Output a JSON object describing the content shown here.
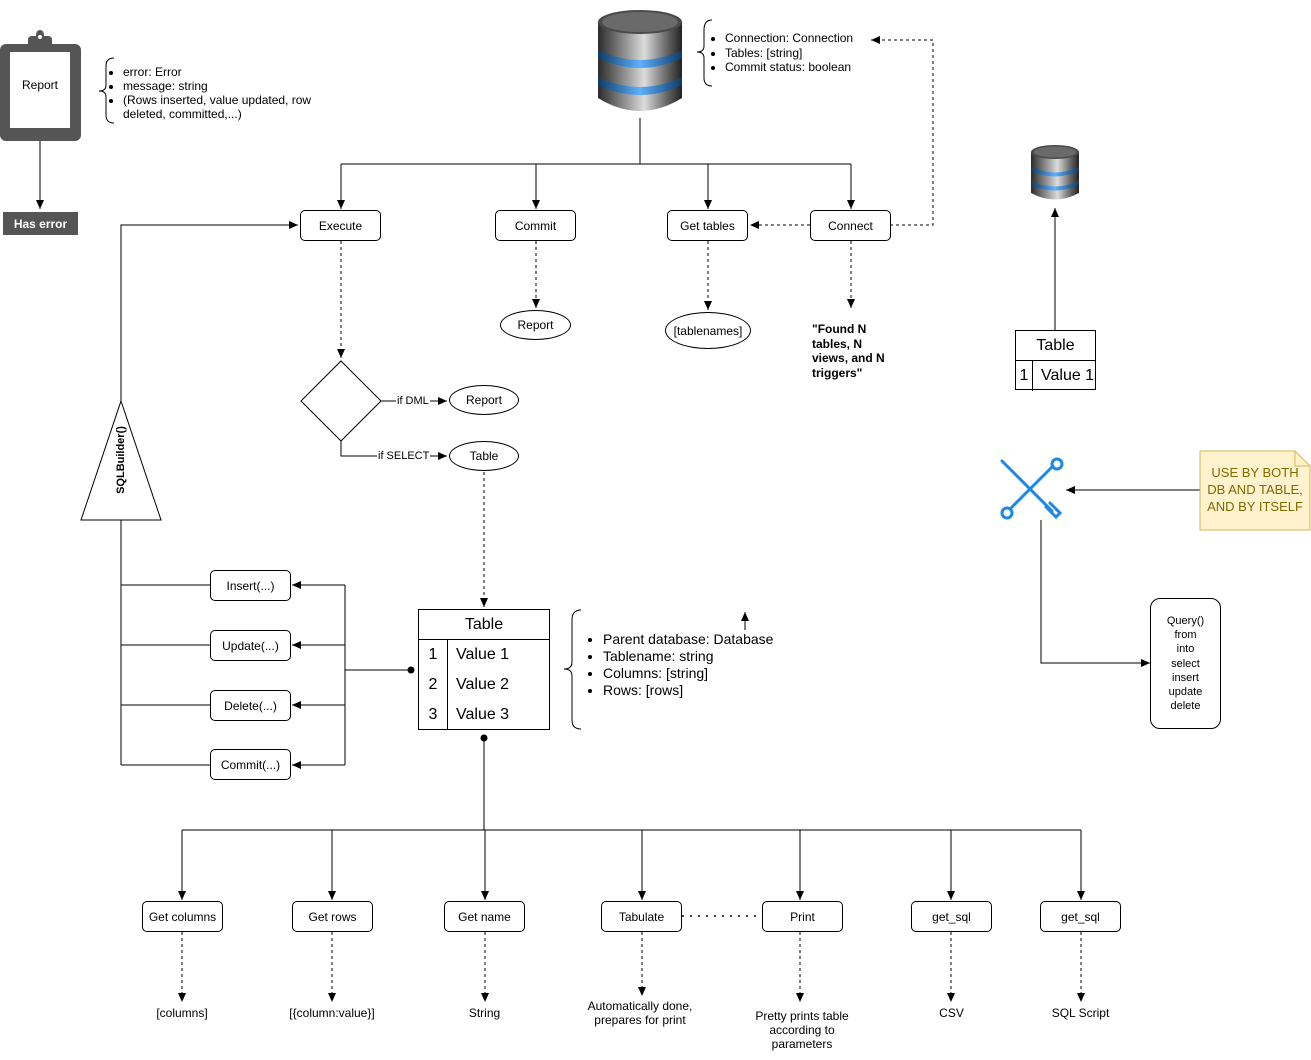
{
  "report_icon": {
    "label": "Report"
  },
  "has_error_badge": "Has error",
  "report_props": [
    "error: Error",
    "message: string",
    "(Rows inserted, value updated, row deleted, committed,...)"
  ],
  "db_props": [
    "Connection: Connection",
    "Tables: [string]",
    "Commit status: boolean"
  ],
  "db_actions": {
    "execute": "Execute",
    "commit": "Commit",
    "get_tables": "Get tables",
    "connect": "Connect"
  },
  "commit_result": "Report",
  "tables_result": "[tablenames]",
  "connect_result": "\"Found N tables, N views, and N triggers\"",
  "decision": {
    "dml_label": "if DML",
    "dml_result": "Report",
    "select_label": "if SELECT",
    "select_result": "Table"
  },
  "sql_builder": "SQLBuilder()",
  "builder_methods": [
    "Insert(...)",
    "Update(...)",
    "Delete(...)",
    "Commit(...)"
  ],
  "main_table": {
    "title": "Table",
    "rows": [
      {
        "idx": "1",
        "value": "Value 1"
      },
      {
        "idx": "2",
        "value": "Value 2"
      },
      {
        "idx": "3",
        "value": "Value 3"
      }
    ]
  },
  "table_props": [
    "Parent database: Database",
    "Tablename: string",
    "Columns: [string]",
    "Rows: [rows]"
  ],
  "small_table": {
    "title": "Table",
    "rows": [
      {
        "idx": "1",
        "value": "Value 1"
      }
    ]
  },
  "note": "USE BY BOTH DB AND TABLE, AND BY ITSELF",
  "query_box": [
    "Query()",
    "from",
    "into",
    "select",
    "insert",
    "update",
    "delete"
  ],
  "table_methods": [
    "Get columns",
    "Get rows",
    "Get name",
    "Tabulate",
    "Print",
    "get_sql",
    "get_sql"
  ],
  "table_results": [
    "[columns]",
    "[{column:value}]",
    "String",
    "Automatically done, prepares for print",
    "Pretty prints table according to parameters",
    "CSV",
    "SQL Script"
  ],
  "colors": {
    "line": "#000000",
    "tool_icon": "#1e88e5",
    "note_fill": "#fff2cc",
    "note_border": "#d6b656",
    "note_text": "#7f6a00",
    "badge_fill": "#555555"
  },
  "icons": [
    "clipboard-icon",
    "database-icon",
    "tools-icon"
  ]
}
